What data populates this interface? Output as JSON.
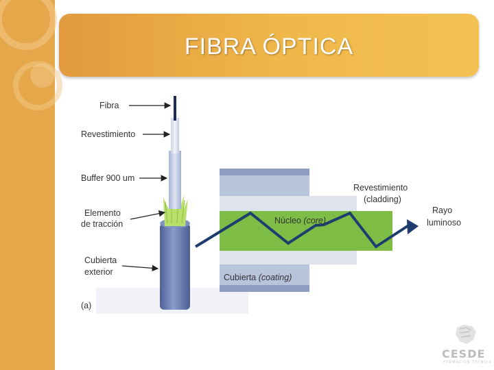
{
  "slide": {
    "title": "FIBRA ÓPTICA"
  },
  "cable_labels": {
    "fibra": "Fibra",
    "revestimiento": "Revestimiento",
    "buffer": "Buffer 900 um",
    "elemento_line1": "Elemento",
    "elemento_line2": "de tracción",
    "cubierta_line1": "Cubierta",
    "cubierta_line2": "exterior",
    "figure_tag": "(a)"
  },
  "section_labels": {
    "revestimiento": "Revestimiento",
    "cladding": "(cladding)",
    "nucleo": "Núcleo",
    "core": "(core)",
    "rayo_line1": "Rayo",
    "rayo_line2": "luminoso",
    "cubierta": "Cubierta",
    "coating": "(coating)"
  },
  "logo": {
    "name": "CESDE",
    "tagline": "FORMACIÓN TÉCNICA"
  },
  "colors": {
    "sidebar": "#e6a64a",
    "title_bar": "#f0b84a",
    "core_green": "#7dbd45",
    "cladding": "#dfe3ec",
    "coating": "#98a6c8",
    "ray": "#1f3c6e",
    "jacket": "#6c7fb4",
    "strength_member": "#b9e06a"
  }
}
